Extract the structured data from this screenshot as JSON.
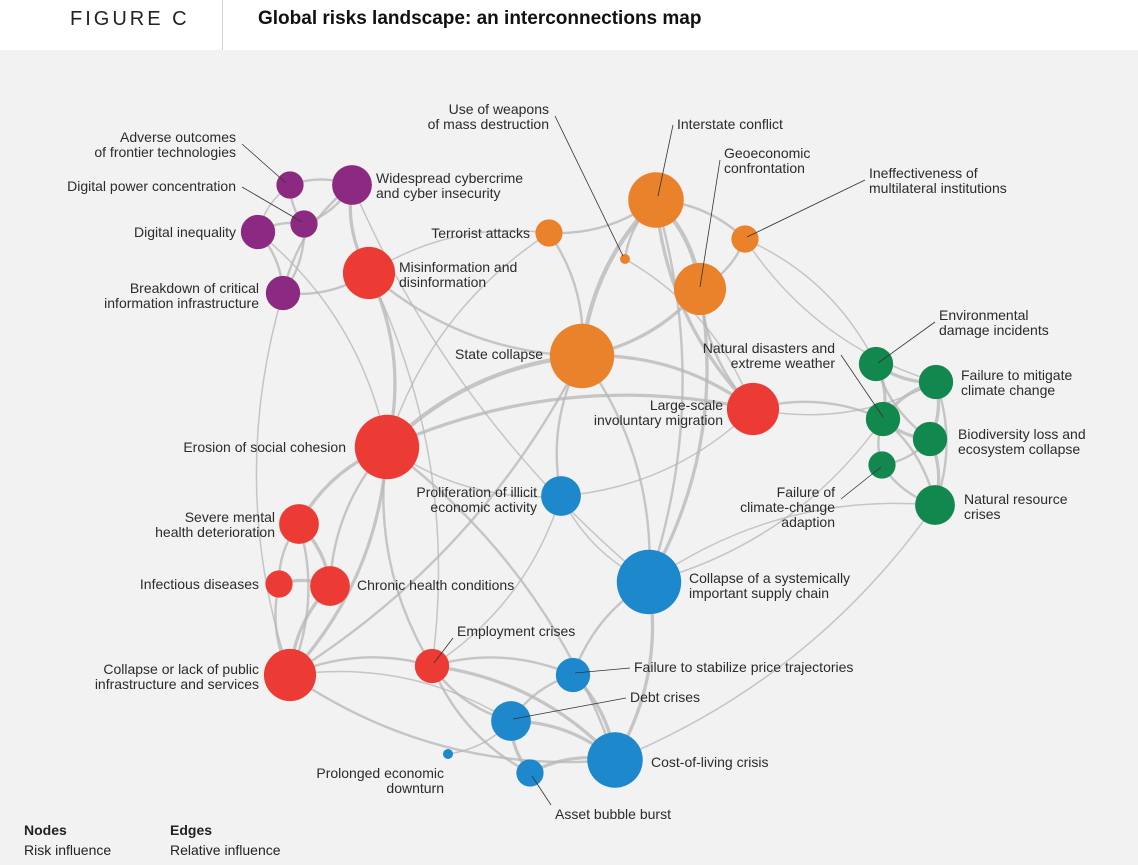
{
  "header": {
    "figure_label": "FIGURE C",
    "title": "Global risks landscape: an interconnections map"
  },
  "colors": {
    "economic": "#1e88cc",
    "environmental": "#12884e",
    "geopolitical": "#e9822a",
    "societal": "#ec3b35",
    "technological": "#8c2a82",
    "edge": "#b5b5b5"
  },
  "nodes": [
    {
      "id": "frontier",
      "label": [
        "Adverse outcomes",
        "of frontier technologies"
      ],
      "category": "technological",
      "influence": 1
    },
    {
      "id": "cyber",
      "label": [
        "Widespread cybercrime",
        "and cyber insecurity"
      ],
      "category": "technological",
      "influence": 3
    },
    {
      "id": "digpower",
      "label": [
        "Digital power concentration"
      ],
      "category": "technological",
      "influence": 1
    },
    {
      "id": "diginequality",
      "label": [
        "Digital inequality"
      ],
      "category": "technological",
      "influence": 2
    },
    {
      "id": "infobreak",
      "label": [
        "Breakdown of critical",
        "information infrastructure"
      ],
      "category": "technological",
      "influence": 2
    },
    {
      "id": "misinfo",
      "label": [
        "Misinformation and",
        "disinformation"
      ],
      "category": "societal",
      "influence": 6
    },
    {
      "id": "wmd",
      "label": [
        "Use of weapons",
        "of mass destruction"
      ],
      "category": "geopolitical",
      "influence": 0
    },
    {
      "id": "interstate",
      "label": [
        "Interstate conflict"
      ],
      "category": "geopolitical",
      "influence": 7
    },
    {
      "id": "geoeco",
      "label": [
        "Geoeconomic",
        "confrontation"
      ],
      "category": "geopolitical",
      "influence": 6
    },
    {
      "id": "multilateral",
      "label": [
        "Ineffectiveness of",
        "multilateral institutions"
      ],
      "category": "geopolitical",
      "influence": 1
    },
    {
      "id": "terrorist",
      "label": [
        "Terrorist attacks"
      ],
      "category": "geopolitical",
      "influence": 1
    },
    {
      "id": "statecollapse",
      "label": [
        "State collapse"
      ],
      "category": "geopolitical",
      "influence": 10
    },
    {
      "id": "migration",
      "label": [
        "Large-scale",
        "involuntary migration"
      ],
      "category": "societal",
      "influence": 6
    },
    {
      "id": "envdamage",
      "label": [
        "Environmental",
        "damage incidents"
      ],
      "category": "environmental",
      "influence": 2
    },
    {
      "id": "mitigate",
      "label": [
        "Failure to mitigate",
        "climate change"
      ],
      "category": "environmental",
      "influence": 2
    },
    {
      "id": "disasters",
      "label": [
        "Natural disasters and",
        "extreme weather"
      ],
      "category": "environmental",
      "influence": 2
    },
    {
      "id": "biodiversity",
      "label": [
        "Biodiversity loss and",
        "ecosystem collapse"
      ],
      "category": "environmental",
      "influence": 2
    },
    {
      "id": "adaption",
      "label": [
        "Failure of",
        "climate-change",
        "adaption"
      ],
      "category": "environmental",
      "influence": 1
    },
    {
      "id": "resource",
      "label": [
        "Natural resource",
        "crises"
      ],
      "category": "environmental",
      "influence": 3
    },
    {
      "id": "cohesion",
      "label": [
        "Erosion of social cohesion"
      ],
      "category": "societal",
      "influence": 10
    },
    {
      "id": "illicit",
      "label": [
        "Proliferation of illicit",
        "economic activity"
      ],
      "category": "economic",
      "influence": 3
    },
    {
      "id": "mental",
      "label": [
        "Severe mental",
        "health deterioration"
      ],
      "category": "societal",
      "influence": 3
    },
    {
      "id": "infectious",
      "label": [
        "Infectious diseases"
      ],
      "category": "societal",
      "influence": 1
    },
    {
      "id": "chronic",
      "label": [
        "Chronic health conditions"
      ],
      "category": "societal",
      "influence": 3
    },
    {
      "id": "supplychain",
      "label": [
        "Collapse of a systemically",
        "important supply chain"
      ],
      "category": "economic",
      "influence": 10
    },
    {
      "id": "employment",
      "label": [
        "Employment crises"
      ],
      "category": "societal",
      "influence": 2
    },
    {
      "id": "publicinfra",
      "label": [
        "Collapse or lack of public",
        "infrastructure and services"
      ],
      "category": "societal",
      "influence": 6
    },
    {
      "id": "price",
      "label": [
        "Failure to stabilize price trajectories"
      ],
      "category": "economic",
      "influence": 2
    },
    {
      "id": "debt",
      "label": [
        "Debt crises"
      ],
      "category": "economic",
      "influence": 3
    },
    {
      "id": "downturn",
      "label": [
        "Prolonged economic",
        "downturn"
      ],
      "category": "economic",
      "influence": 0
    },
    {
      "id": "bubble",
      "label": [
        "Asset bubble burst"
      ],
      "category": "economic",
      "influence": 1
    },
    {
      "id": "costliving",
      "label": [
        "Cost-of-living crisis"
      ],
      "category": "economic",
      "influence": 7
    }
  ],
  "legend": {
    "nodes_title": "Nodes",
    "nodes_subtitle": "Risk influence",
    "edges_title": "Edges",
    "edges_subtitle": "Relative influence"
  }
}
